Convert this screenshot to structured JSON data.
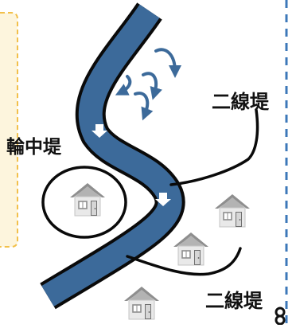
{
  "labels": {
    "ring_levee": "輪中堤",
    "secondary_levee_top": "二線堤",
    "secondary_levee_bottom": "二線堤"
  },
  "colors": {
    "river": "#3c6a9a",
    "river_outline": "#0a0a0a",
    "panel_fill": "#fdf5dd",
    "panel_border": "#f2c04a",
    "boundary_line": "#3d78b9",
    "flow_arrow": "#3c6a9a",
    "house_roof": "#8e8e8e",
    "house_wall": "#e9e9e9"
  },
  "icons": {
    "house": "house-icon",
    "overflow_arrow": "curved-arrow-icon",
    "flow_arrow": "down-arrow-icon",
    "marker": "marker-icon"
  }
}
